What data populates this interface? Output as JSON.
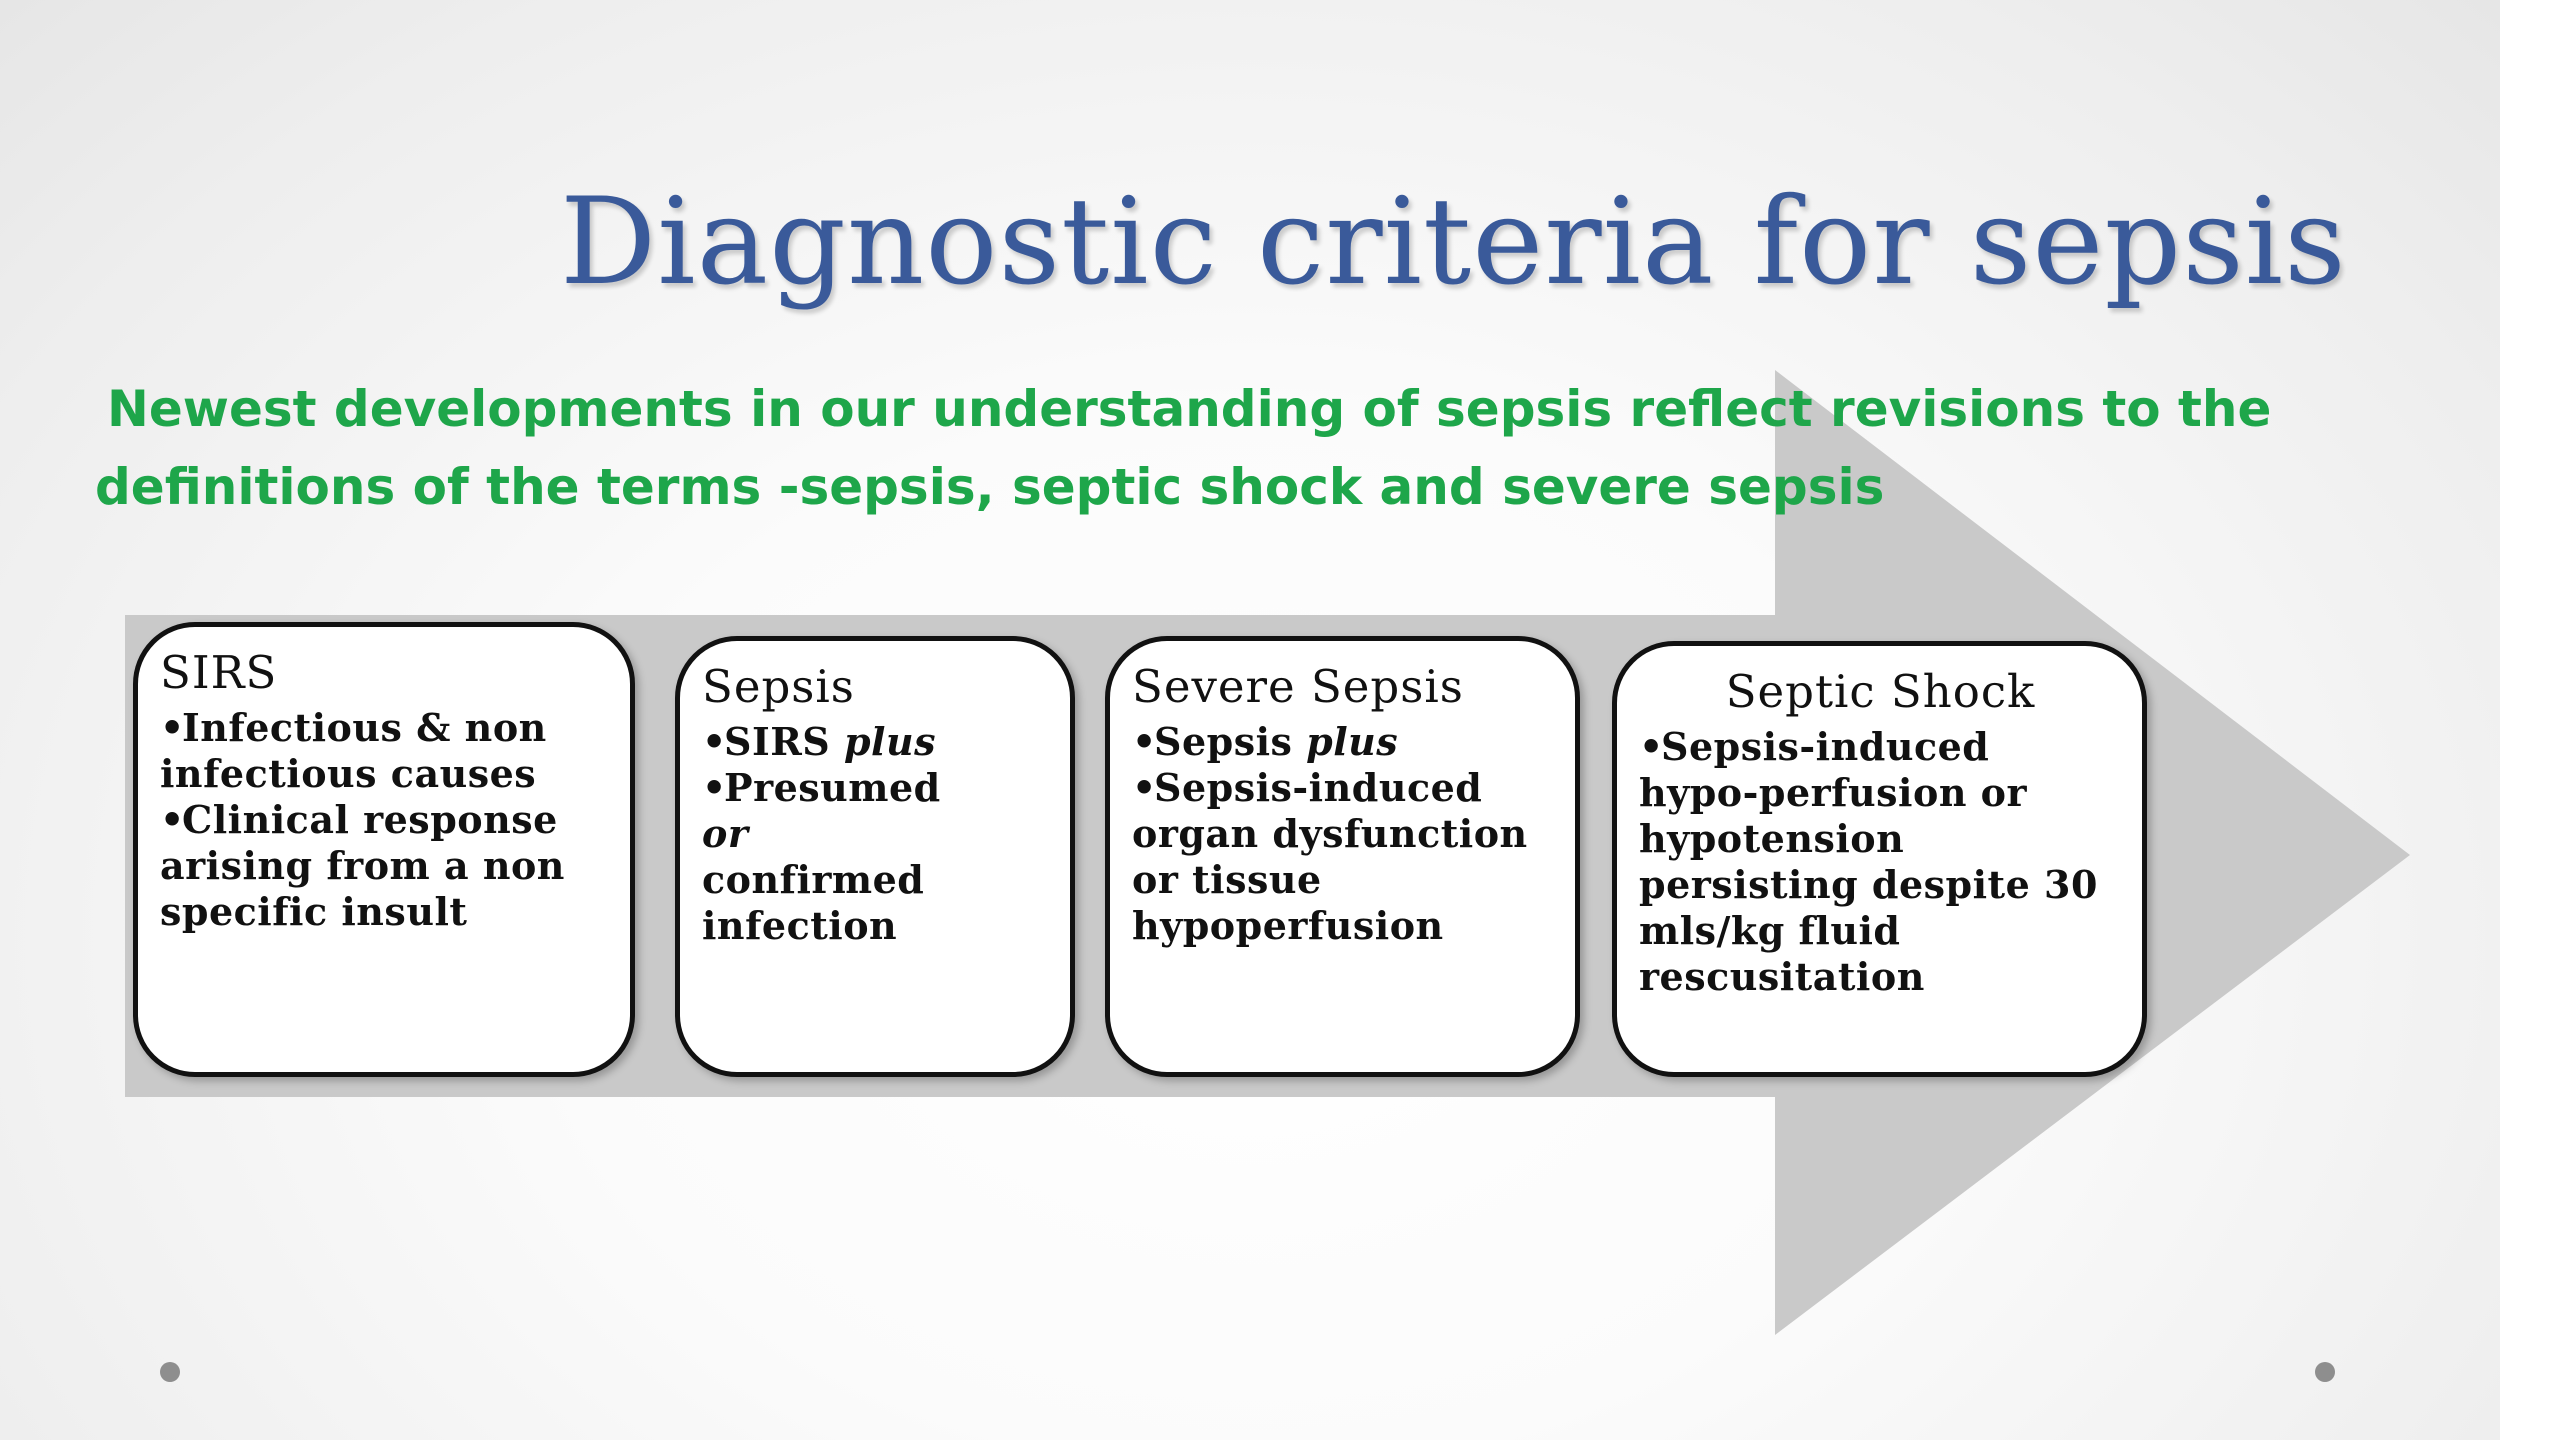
{
  "slide": {
    "title": "Diagnostic criteria for sepsis",
    "subtitle_line1": "Newest developments in our understanding of sepsis reflect revisions to the",
    "subtitle_line2": "definitions of the terms -sepsis, septic shock and severe sepsis",
    "colors": {
      "title": "#3a5a9a",
      "subtitle": "#1ea64a",
      "arrow": "#c9c9c9",
      "box_border": "#111111"
    }
  },
  "boxes": [
    {
      "title": "SIRS",
      "items": [
        {
          "text": "Infectious & non infectious causes"
        },
        {
          "text": "Clinical response arising from a non specific insult"
        }
      ]
    },
    {
      "title": "Sepsis",
      "items": [
        {
          "text": "SIRS ",
          "emph": "plus"
        },
        {
          "text": "Presumed",
          "emph": "or",
          "text2": "confirmed infection"
        }
      ]
    },
    {
      "title": "Severe Sepsis",
      "items": [
        {
          "text": "Sepsis ",
          "emph": "plus"
        },
        {
          "text": "Sepsis-induced organ dysfunction or tissue hypoperfusion"
        }
      ]
    },
    {
      "title": "Septic Shock",
      "items": [
        {
          "text": "Sepsis-induced hypo-perfusion or hypotension persisting despite 30 mls/kg fluid rescusitation"
        }
      ]
    }
  ],
  "decor": {
    "bullet_glyph": "•",
    "dots": [
      "slide-dot-left",
      "slide-dot-right"
    ]
  }
}
